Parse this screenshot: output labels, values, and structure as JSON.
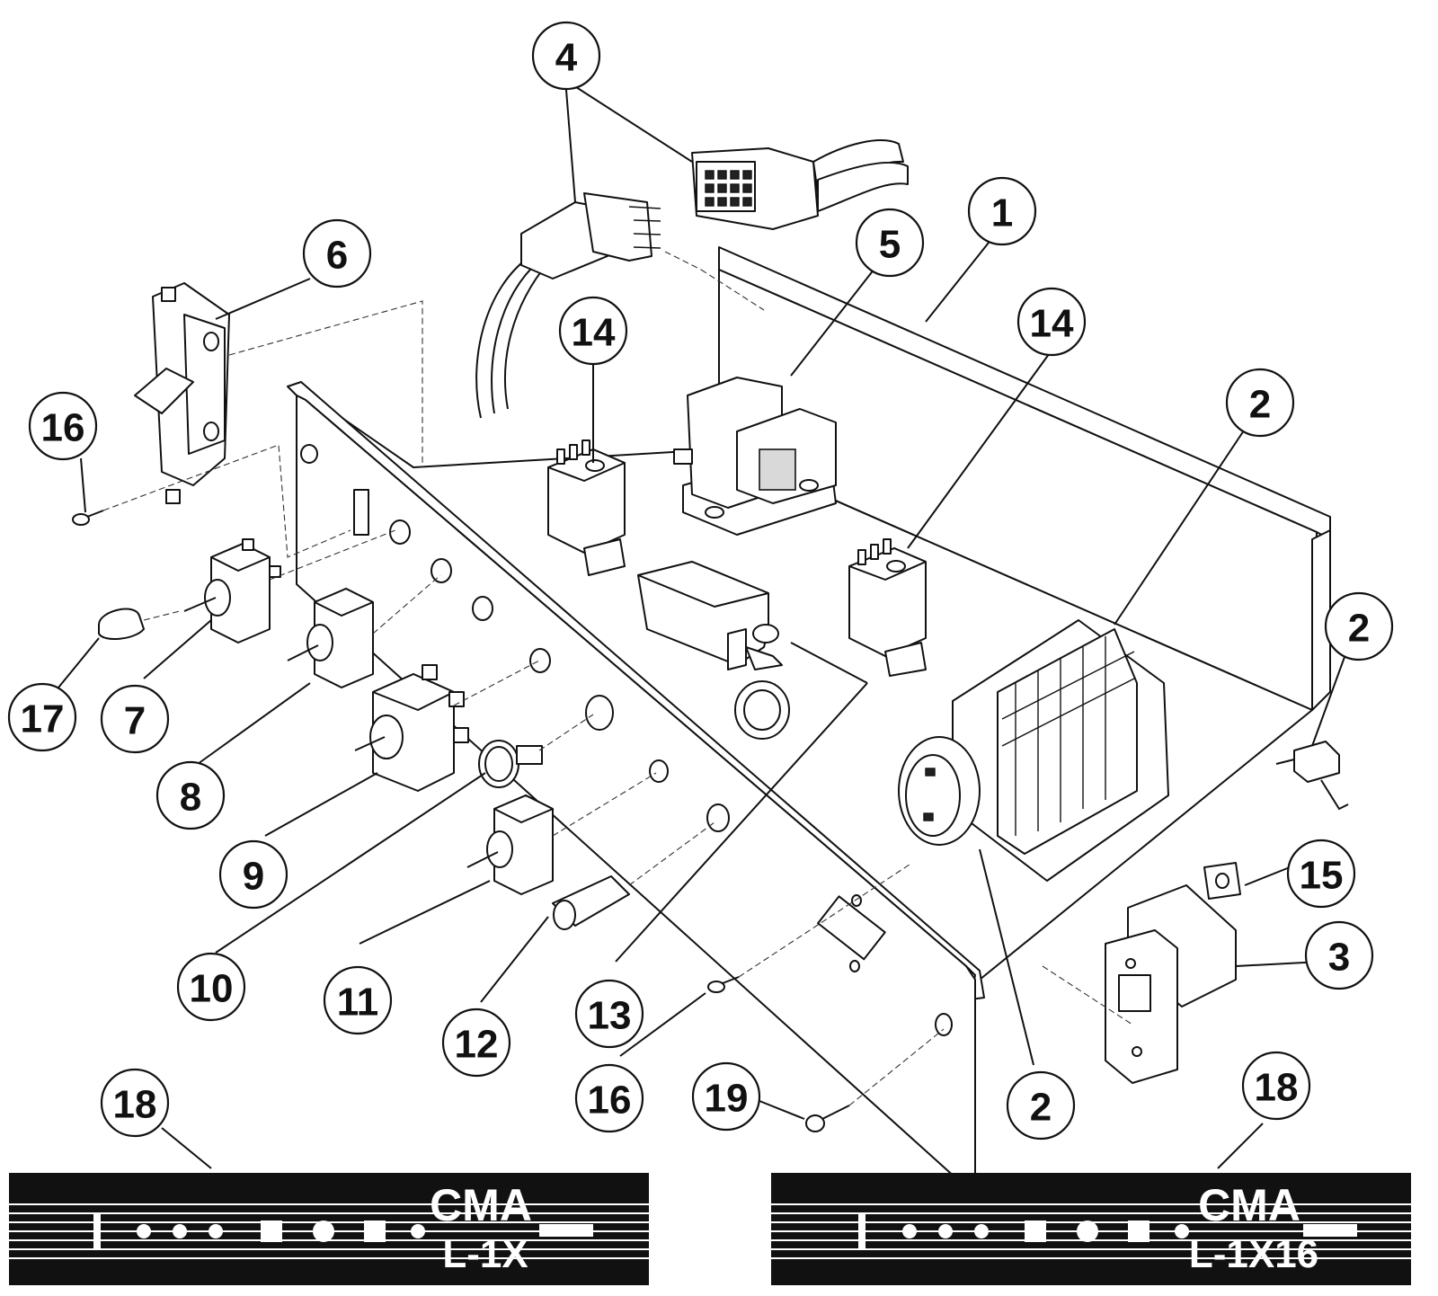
{
  "callouts": [
    {
      "id": "c4",
      "label": "4"
    },
    {
      "id": "c1",
      "label": "1"
    },
    {
      "id": "c5",
      "label": "5"
    },
    {
      "id": "c6",
      "label": "6"
    },
    {
      "id": "c14a",
      "label": "14"
    },
    {
      "id": "c14b",
      "label": "14"
    },
    {
      "id": "c2a",
      "label": "2"
    },
    {
      "id": "c16a",
      "label": "16"
    },
    {
      "id": "c2b",
      "label": "2"
    },
    {
      "id": "c17",
      "label": "17"
    },
    {
      "id": "c7",
      "label": "7"
    },
    {
      "id": "c8",
      "label": "8"
    },
    {
      "id": "c9",
      "label": "9"
    },
    {
      "id": "c10",
      "label": "10"
    },
    {
      "id": "c11",
      "label": "11"
    },
    {
      "id": "c12",
      "label": "12"
    },
    {
      "id": "c13",
      "label": "13"
    },
    {
      "id": "c16b",
      "label": "16"
    },
    {
      "id": "c19",
      "label": "19"
    },
    {
      "id": "c2c",
      "label": "2"
    },
    {
      "id": "c15",
      "label": "15"
    },
    {
      "id": "c3",
      "label": "3"
    },
    {
      "id": "c18a",
      "label": "18"
    },
    {
      "id": "c18b",
      "label": "18"
    }
  ],
  "banners": {
    "left": {
      "line1": "CMA",
      "line2": "L-1X"
    },
    "right": {
      "line1": "CMA",
      "line2": "L-1X16"
    }
  }
}
